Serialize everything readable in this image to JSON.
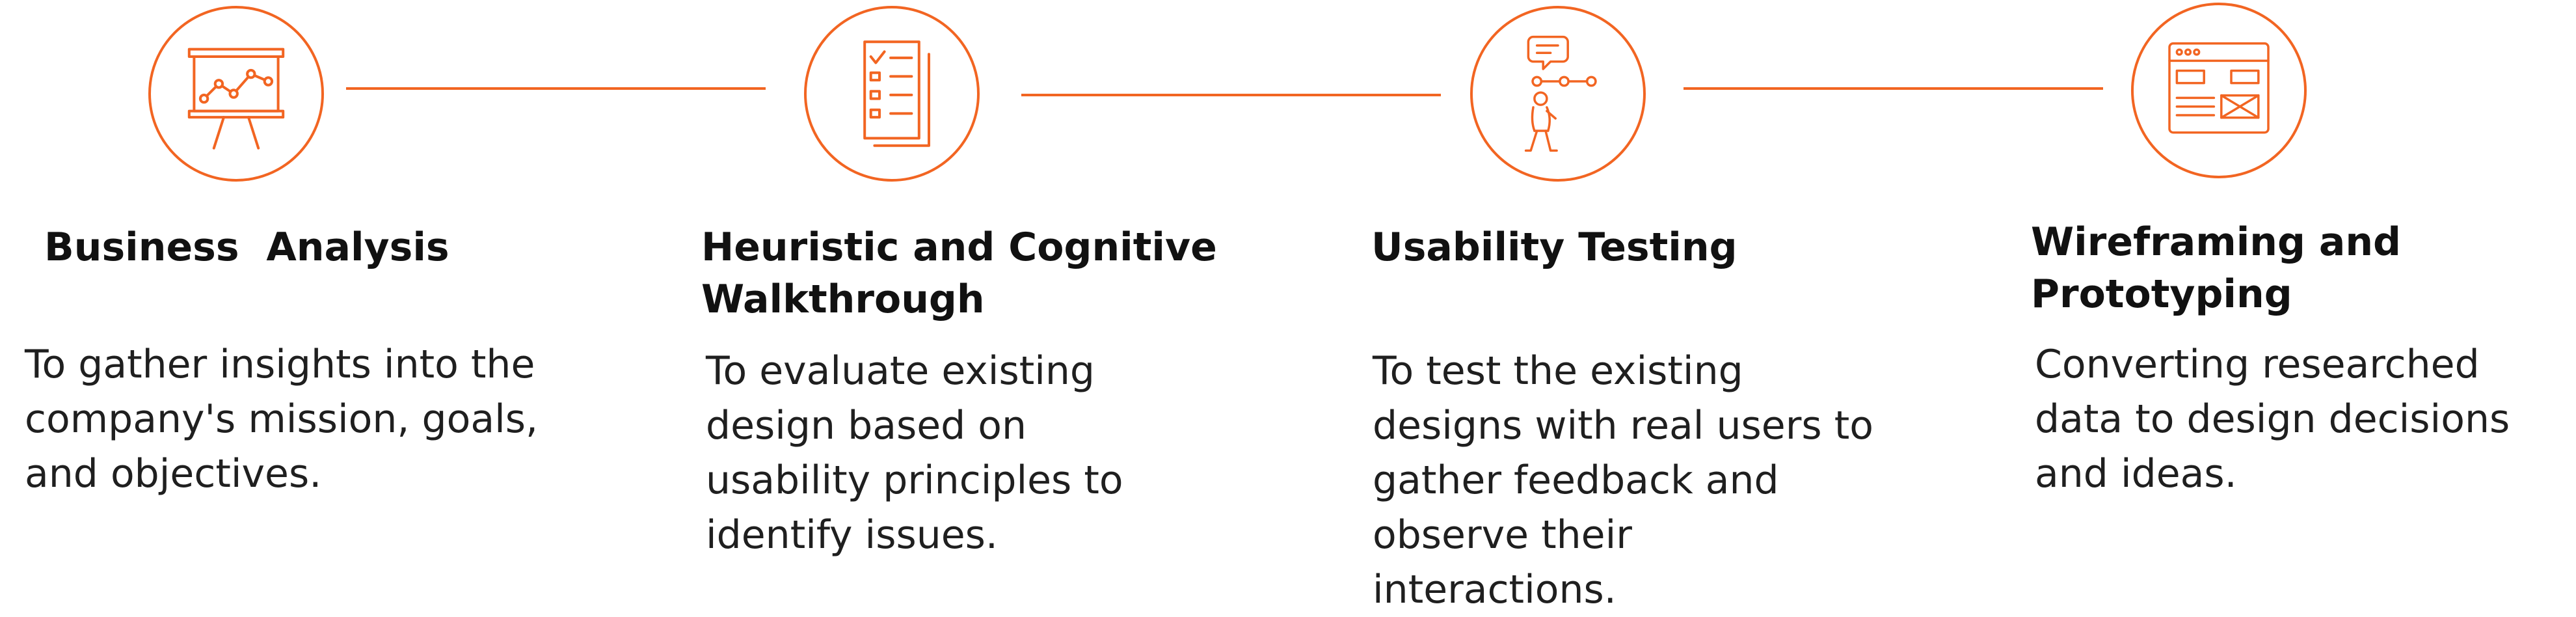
{
  "accent_color": "#f26522",
  "steps": [
    {
      "icon": "presentation-chart-icon",
      "title": "Business  Analysis",
      "description": "To gather insights into the company's mission, goals, and objectives."
    },
    {
      "icon": "checklist-document-icon",
      "title": "Heuristic and Cognitive Walkthrough",
      "description": "To evaluate existing design based on usability principles to identify issues."
    },
    {
      "icon": "user-walking-with-feedback-icon",
      "title": "Usability Testing",
      "description": "To test the existing designs with real users to gather feedback and observe their interactions."
    },
    {
      "icon": "wireframe-browser-icon",
      "title": "Wireframing and Prototyping",
      "description": "Converting researched data to design decisions and ideas."
    }
  ]
}
